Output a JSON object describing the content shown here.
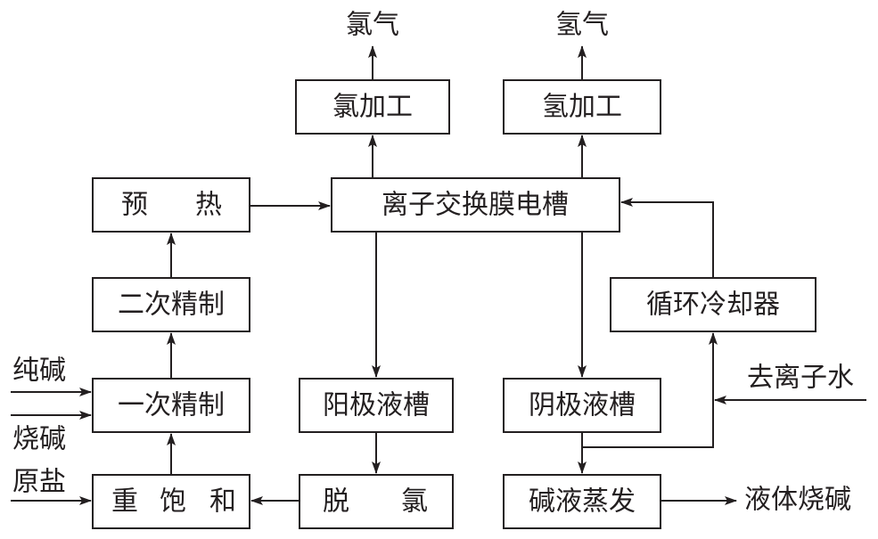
{
  "boxes": {
    "chlorine_processing": "氯加工",
    "hydrogen_processing": "氢加工",
    "electrolyzer": "离子交换膜电槽",
    "preheat": [
      "预",
      "热"
    ],
    "secondary_refining": "二次精制",
    "primary_refining": "一次精制",
    "resaturation": [
      "重",
      "饱",
      "和"
    ],
    "anolyte_tank": "阳极液槽",
    "catholyte_tank": "阴极液槽",
    "dechlorination": [
      "脱",
      "氯"
    ],
    "caustic_evaporation": "碱液蒸发",
    "circulation_cooler": "循环冷却器"
  },
  "labels": {
    "chlorine_gas": "氯气",
    "hydrogen_gas": "氢气",
    "soda_ash": "纯碱",
    "caustic_soda": "烧碱",
    "raw_salt": "原盐",
    "deionized_water": "去离子水",
    "liquid_caustic_soda": "液体烧碱"
  }
}
